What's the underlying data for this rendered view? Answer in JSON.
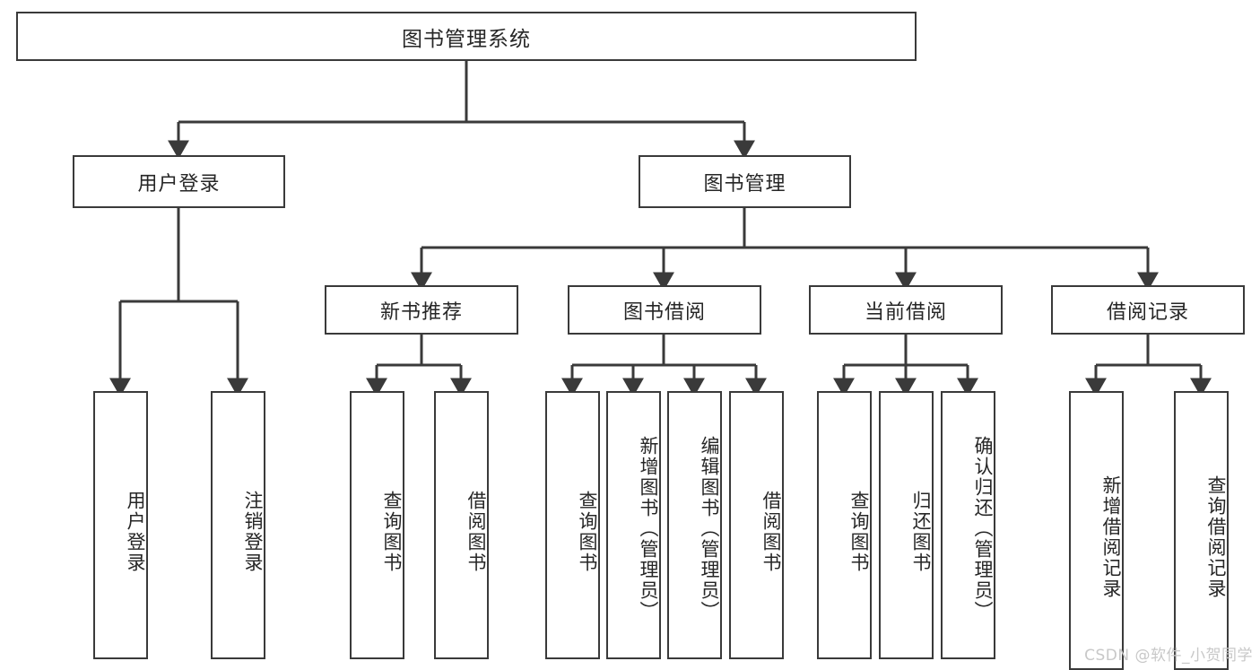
{
  "diagram": {
    "type": "tree",
    "title": "图书管理系统",
    "watermark": "CSDN @软件_小贺同学",
    "colors": {
      "box_border": "#3a3a3a",
      "box_fill": "#ffffff",
      "connector": "#3a3a3a",
      "text": "#262626",
      "watermark": "#c8c8c8"
    },
    "root": {
      "label": "图书管理系统"
    },
    "level1": [
      {
        "label": "用户登录"
      },
      {
        "label": "图书管理"
      }
    ],
    "level2": [
      {
        "label": "新书推荐"
      },
      {
        "label": "图书借阅"
      },
      {
        "label": "当前借阅"
      },
      {
        "label": "借阅记录"
      }
    ],
    "leaves": {
      "user_login": [
        {
          "label": "用户登录"
        },
        {
          "label": "注销登录"
        }
      ],
      "new_book_recommend": [
        {
          "label": "查询图书"
        },
        {
          "label": "借阅图书"
        }
      ],
      "book_borrow": [
        {
          "label": "查询图书"
        },
        {
          "label": "新增图书（管理员）"
        },
        {
          "label": "编辑图书（管理员）"
        },
        {
          "label": "借阅图书"
        }
      ],
      "current_borrow": [
        {
          "label": "查询图书"
        },
        {
          "label": "归还图书"
        },
        {
          "label": "确认归还（管理员）"
        }
      ],
      "borrow_record": [
        {
          "label": "新增借阅记录"
        },
        {
          "label": "查询借阅记录"
        }
      ]
    }
  }
}
